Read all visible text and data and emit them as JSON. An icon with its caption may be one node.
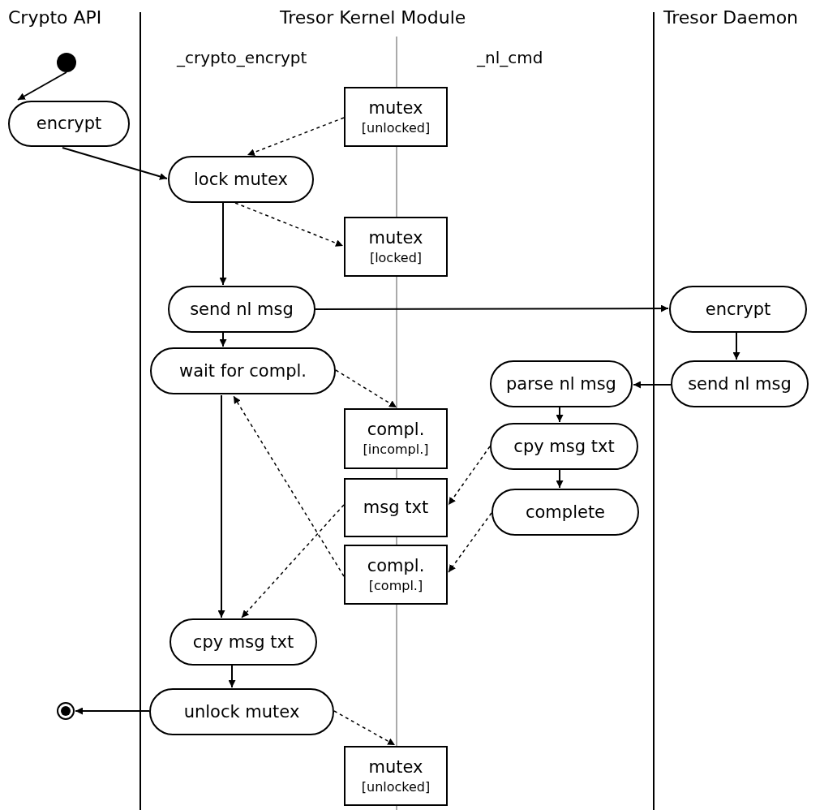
{
  "diagram": {
    "nodes": [
      {
        "text": [],
        "shape": "circle"
      },
      {
        "text": [
          "encrypt"
        ]
      },
      {
        "text": [
          "mutex",
          "[unlocked]"
        ]
      },
      {
        "text": [
          "lock mutex"
        ]
      },
      {
        "text": [
          "mutex",
          "[locked]"
        ]
      },
      {
        "text": [
          "send nl msg"
        ]
      },
      {
        "text": [
          "encrypt"
        ]
      },
      {
        "text": [
          "wait for compl."
        ]
      },
      {
        "text": [
          "parse nl msg"
        ]
      },
      {
        "text": [
          "send nl msg"
        ]
      },
      {
        "text": [
          "compl.",
          "[incompl.]"
        ]
      },
      {
        "text": [
          "cpy msg txt"
        ]
      },
      {
        "text": [
          "msg txt"
        ]
      },
      {
        "text": [
          "complete"
        ]
      },
      {
        "text": [
          "compl.",
          "[compl.]"
        ]
      },
      {
        "text": [
          "cpy msg txt"
        ]
      },
      {
        "text": [
          "unlock mutex"
        ]
      },
      {
        "text": [],
        "shape": "bullseye"
      },
      {
        "text": [
          "mutex",
          "[unlocked]"
        ]
      }
    ],
    "edges": [
      {
        "from": 0,
        "to": 1,
        "arrow": "to"
      },
      {
        "from": 1,
        "to": 3,
        "arrow": "to"
      },
      {
        "from": 2,
        "to": 3,
        "arrow": "to",
        "style": "dashed"
      },
      {
        "from": 3,
        "to": 4,
        "arrow": "to",
        "style": "dashed"
      },
      {
        "from": 3,
        "to": 5,
        "arrow": "to"
      },
      {
        "from": 5,
        "to": 6,
        "arrow": "to"
      },
      {
        "from": 6,
        "to": 9,
        "arrow": "to"
      },
      {
        "from": 9,
        "to": 8,
        "arrow": "to"
      },
      {
        "from": 8,
        "to": 11,
        "arrow": "to"
      },
      {
        "from": 11,
        "to": 13,
        "arrow": "to"
      },
      {
        "from": 5,
        "to": 7,
        "arrow": "to"
      },
      {
        "from": 7,
        "to": 10,
        "arrow": "to",
        "style": "dashed"
      },
      {
        "from": 11,
        "to": 12,
        "arrow": "to",
        "style": "dashed"
      },
      {
        "from": 13,
        "to": 14,
        "arrow": "to",
        "style": "dashed"
      },
      {
        "from": 14,
        "to": 7,
        "arrow": "to",
        "style": "dashed"
      },
      {
        "from": 12,
        "to": 15,
        "arrow": "to",
        "style": "dashed"
      },
      {
        "from": 7,
        "to": 15,
        "arrow": "to"
      },
      {
        "from": 15,
        "to": 16,
        "arrow": "to"
      },
      {
        "from": 16,
        "to": 17,
        "arrow": "to"
      },
      {
        "from": 16,
        "to": 18,
        "arrow": "to",
        "style": "dashed"
      }
    ],
    "labels": [
      "Crypto API",
      "Tresor Kernel Module",
      "Tresor Daemon",
      "_crypto_encrypt",
      "_nl_cmd"
    ]
  }
}
